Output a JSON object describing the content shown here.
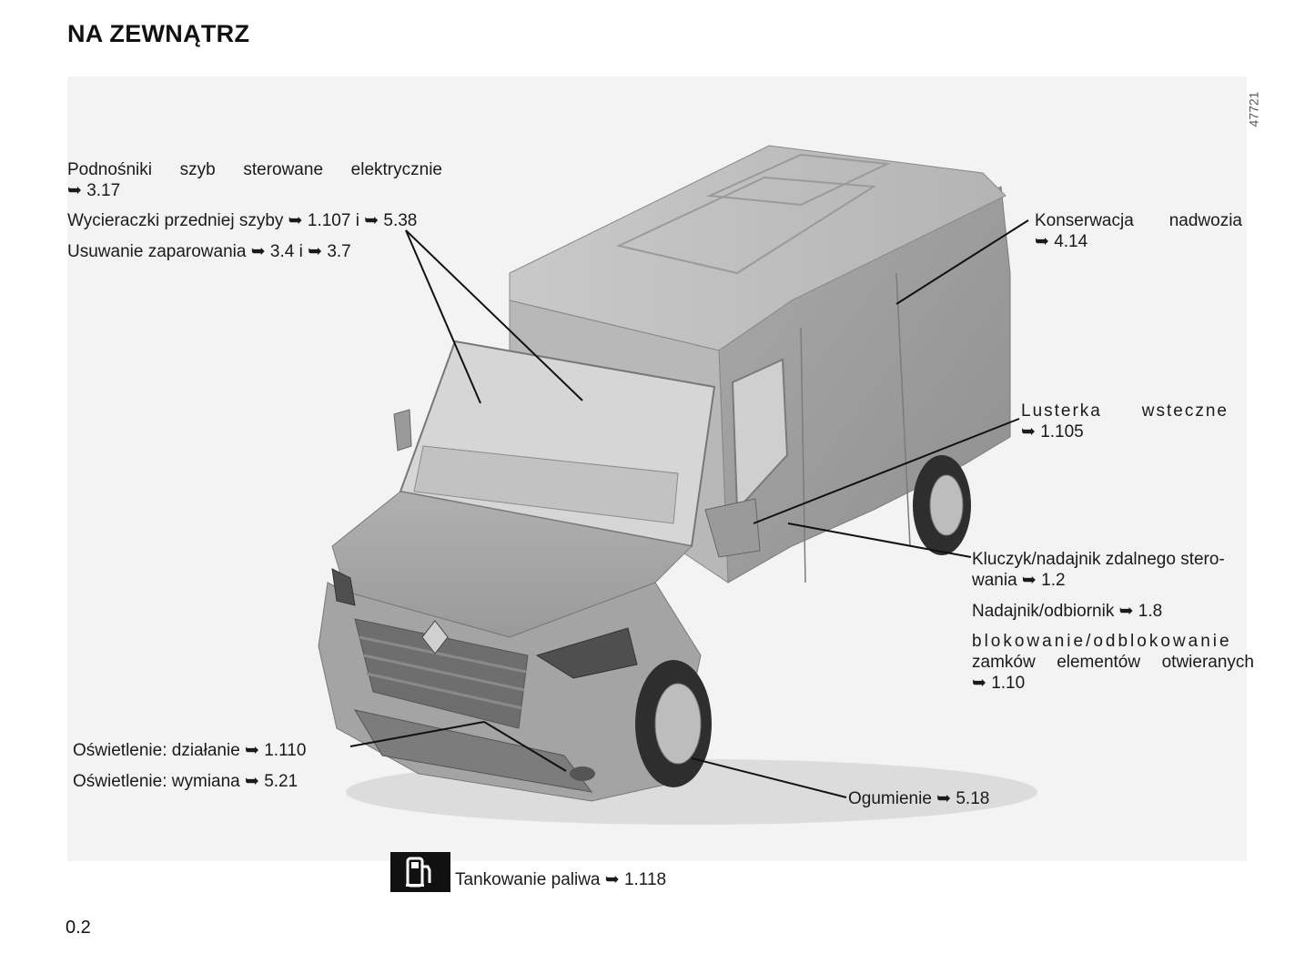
{
  "page": {
    "title": "NA ZEWNĄTRZ",
    "figure_id": "47721",
    "page_number": "0.2"
  },
  "labels": {
    "windows_line1": "Podnośniki szyb sterowane elektrycznie",
    "windows_ref": "➥ 3.17",
    "wipers": "Wycieraczki przedniej szyby ➥ 1.107 i ➥ 5.38",
    "defog": "Usuwanie zaparowania ➥ 3.4 i ➥ 3.7",
    "bodywork_line1": "Konserwacja nadwozia",
    "bodywork_ref": "➥ 4.14",
    "mirrors_line1": "Lusterka wsteczne",
    "mirrors_ref": "➥ 1.105",
    "key_line1": "Kluczyk/nadajnik zdalnego stero-",
    "key_line2": "wania ➥ 1.2",
    "transmitter": "Nadajnik/odbiornik ➥ 1.8",
    "locking_line1": "blokowanie/odblokowanie",
    "locking_line2": "zamków elementów otwieranych",
    "locking_ref": "➥ 1.10",
    "lighting_op": "Oświetlenie: działanie ➥ 1.110",
    "lighting_rep": "Oświetlenie: wymiana ➥ 5.21",
    "tyres": "Ogumienie ➥ 5.18",
    "fuel": "Tankowanie paliwa ➥ 1.118"
  },
  "icons": {
    "fuel": "fuel-pump-icon"
  }
}
